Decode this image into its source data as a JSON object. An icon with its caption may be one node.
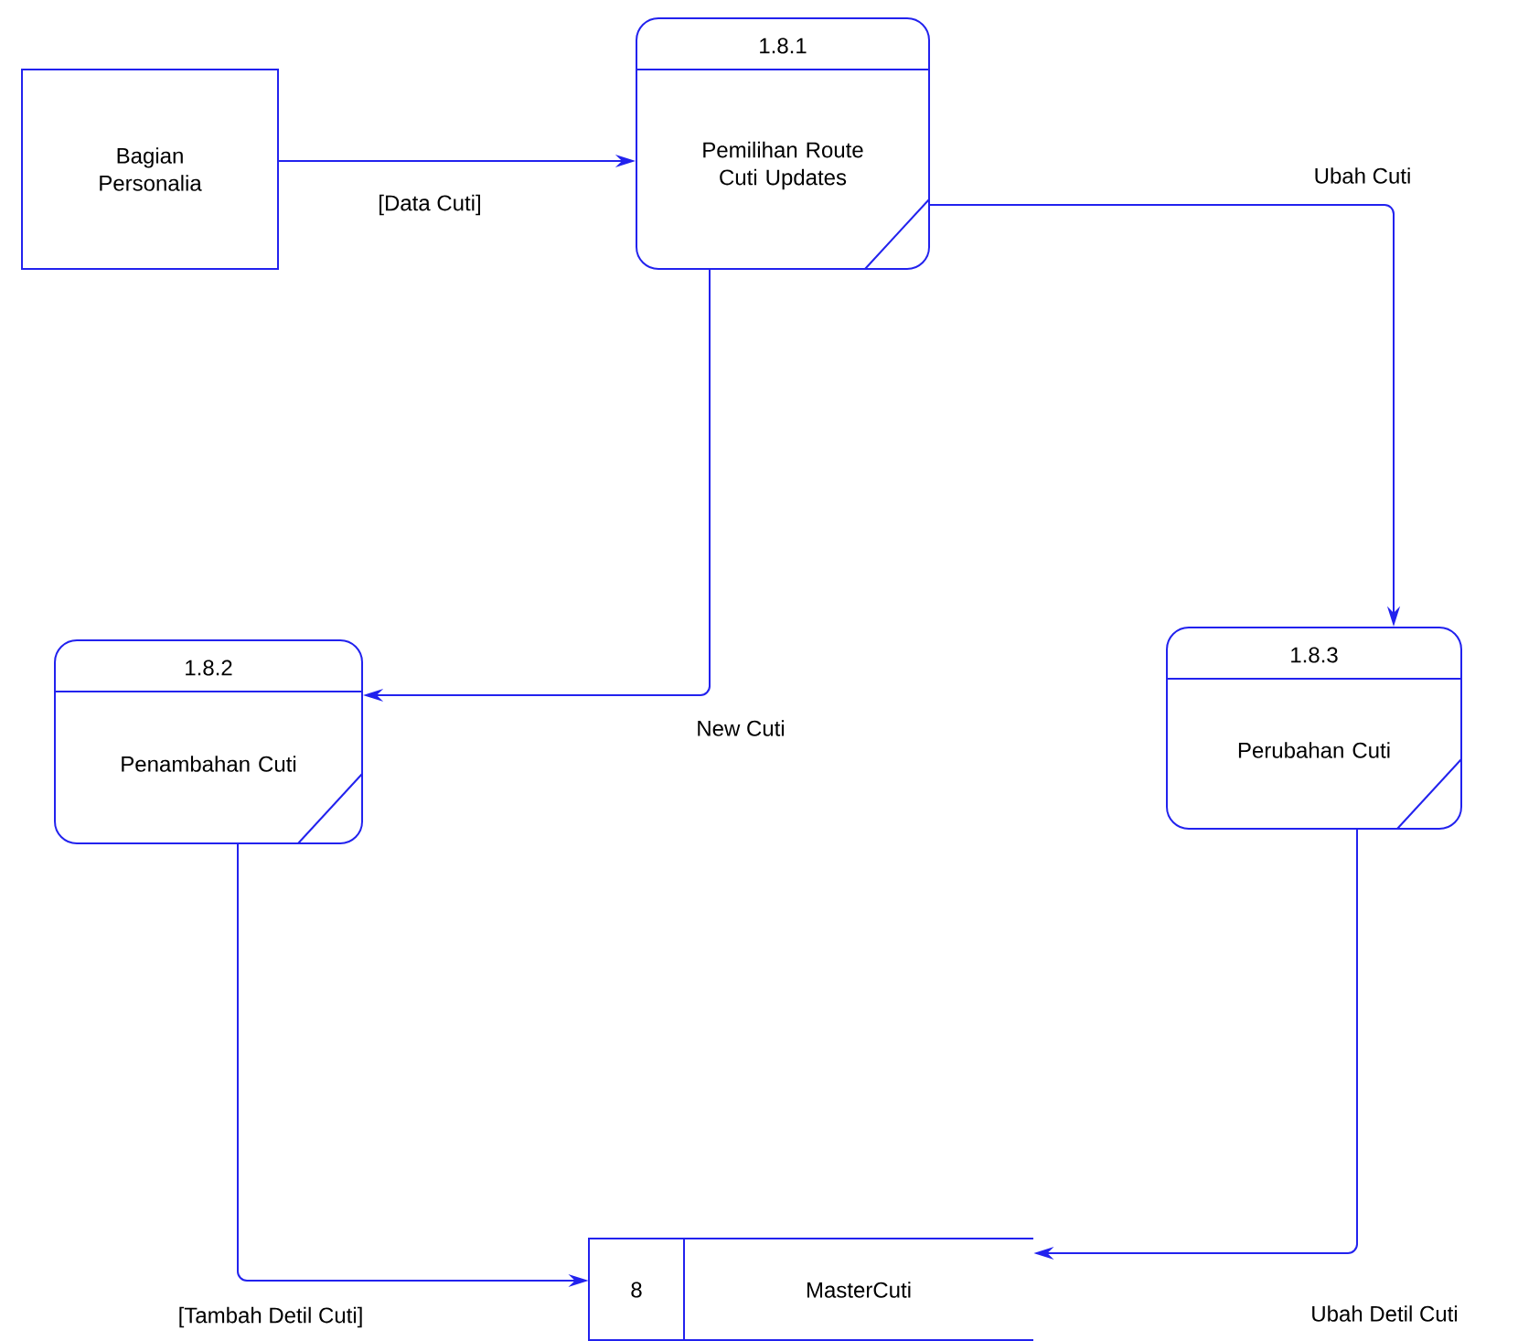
{
  "diagram": {
    "nodes": [
      {
        "text": [
          "Bagian Personalia"
        ]
      },
      {
        "text": [
          "1.8.1",
          "Pemilihan Route Cuti Updates"
        ]
      },
      {
        "text": [
          "1.8.2",
          "Penambahan Cuti"
        ]
      },
      {
        "text": [
          "1.8.3",
          "Perubahan Cuti"
        ]
      },
      {
        "text": [
          "8",
          "MasterCuti"
        ]
      }
    ],
    "edges": [
      {
        "from": 0,
        "to": 1,
        "arrow": "to",
        "label": "[Data Cuti]"
      },
      {
        "from": 1,
        "to": 3,
        "arrow": "to",
        "label": "Ubah Cuti"
      },
      {
        "from": 1,
        "to": 2,
        "arrow": "to",
        "label": "New Cuti"
      },
      {
        "from": 2,
        "to": 4,
        "arrow": "to",
        "label": "[Tambah Detil Cuti]"
      },
      {
        "from": 3,
        "to": 4,
        "arrow": "to",
        "label": "Ubah Detil Cuti"
      }
    ]
  }
}
